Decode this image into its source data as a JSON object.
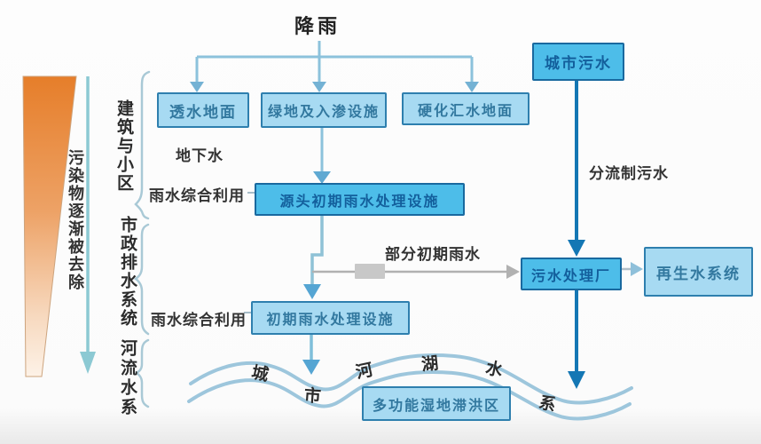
{
  "diagram": {
    "title": "降雨",
    "nodes": {
      "permeable_ground": "透水地面",
      "green_infiltration": "绿地及入渗设施",
      "hardened_catchment": "硬化汇水地面",
      "urban_sewage": "城市污水",
      "source_treatment": "源头初期雨水处理设施",
      "initial_treatment": "初期雨水处理设施",
      "sewage_plant": "污水处理厂",
      "reclaimed_water": "再生水系统",
      "wetland_detention": "多功能湿地滞洪区"
    },
    "labels": {
      "groundwater": "地下水",
      "rainwater_use_upper": "雨水综合利用",
      "rainwater_use_lower": "雨水综合利用",
      "separate_sewage": "分流制污水",
      "partial_initial_rain": "部分初期雨水"
    },
    "sections": {
      "building_district": "建筑与小区",
      "municipal_drainage": "市政排水系统",
      "river_system": "河流水系"
    },
    "gradient_label": "污染物逐渐被去除",
    "river_chars": [
      "城",
      "市",
      "河",
      "湖",
      "水",
      "系"
    ],
    "colors": {
      "light_box_fill": "#a7daf2",
      "light_box_border": "#2e7fae",
      "dark_box_fill": "#4dbde9",
      "dark_box_border": "#19699f",
      "dark_flow_line": "#1477b4",
      "light_flow_line": "#8cc2dc",
      "gray_flow_line": "#b1b1b1",
      "river_line": "#9dc6dc",
      "wedge_orange": "#e67e2a",
      "teal_axis": "#8cc9d3"
    }
  }
}
